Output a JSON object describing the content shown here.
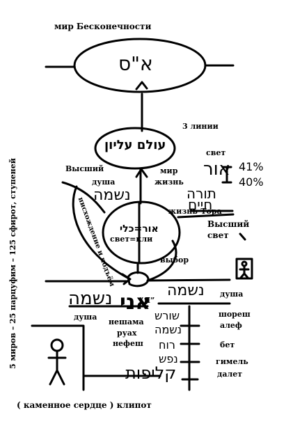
{
  "colors": {
    "ink": "#000000",
    "background": "#ffffff"
  },
  "labels": {
    "world_infinity": "мир Бесконечности",
    "three_lines": "3 линии",
    "light_right": "свет",
    "higher_left": "Высший",
    "soul_upper": "душа",
    "world_life_1": "мир",
    "world_life_2": "жизнь",
    "life_torah": "жизнь-Тора",
    "higher_light_1": "Высший",
    "higher_light_2": "свет",
    "light_vessel": "свет=кли",
    "choice": "выбор",
    "ya": "“Я”",
    "soul_right": "душа",
    "soul_lower": "душа",
    "neshama": "нешама",
    "ruach": "руах",
    "nefesh": "нефеш",
    "shoresh": "шореш",
    "alef": "алеф",
    "bet": "бет",
    "gimel": "гимель",
    "dalet": "далет",
    "stone_heart": "( каменное сердце ) клипот",
    "left_vertical": "5 миров – 25 парцуфим – 125 сфирот, ступеней",
    "descent_vertical": "нисхождение и подъём"
  },
  "hebrew": {
    "ein_sof": "א\"ס",
    "olam_elyon": "עולם עליון",
    "percent_41": "41%",
    "percent_40": "40%",
    "or": "אור",
    "torah": "תורה",
    "chaim": "חיים",
    "neshama_upper": "נשמה",
    "neshama_lower": "נשמה",
    "neshama_right": "נשמה",
    "ani": "אני",
    "kli_equals": "אור=כלי",
    "kelipot": "קליפות",
    "shoresh_word": "שורש",
    "neshama_small": "נשמה",
    "ruach_word": "רוח",
    "nefesh_word": "נפש"
  }
}
